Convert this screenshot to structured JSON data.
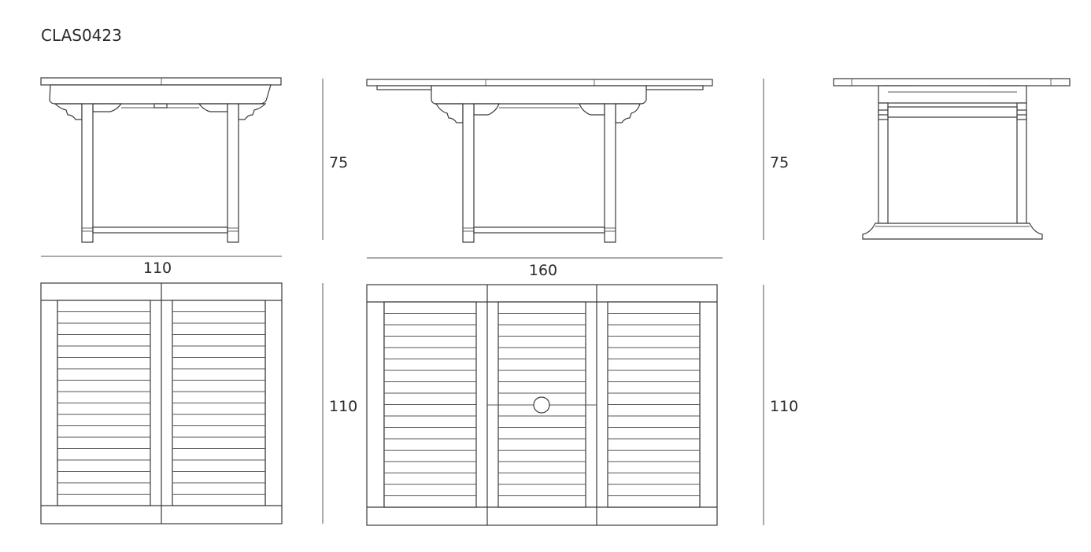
{
  "title": "CLAS0423",
  "dimensions": {
    "small_width": "110",
    "small_height": "75",
    "large_width": "160",
    "large_height": "75",
    "small_top_depth": "110",
    "large_top_depth": "110"
  },
  "views": [
    {
      "name": "front-elevation-closed"
    },
    {
      "name": "front-elevation-extended"
    },
    {
      "name": "side-elevation"
    },
    {
      "name": "plan-closed"
    },
    {
      "name": "plan-extended"
    }
  ]
}
